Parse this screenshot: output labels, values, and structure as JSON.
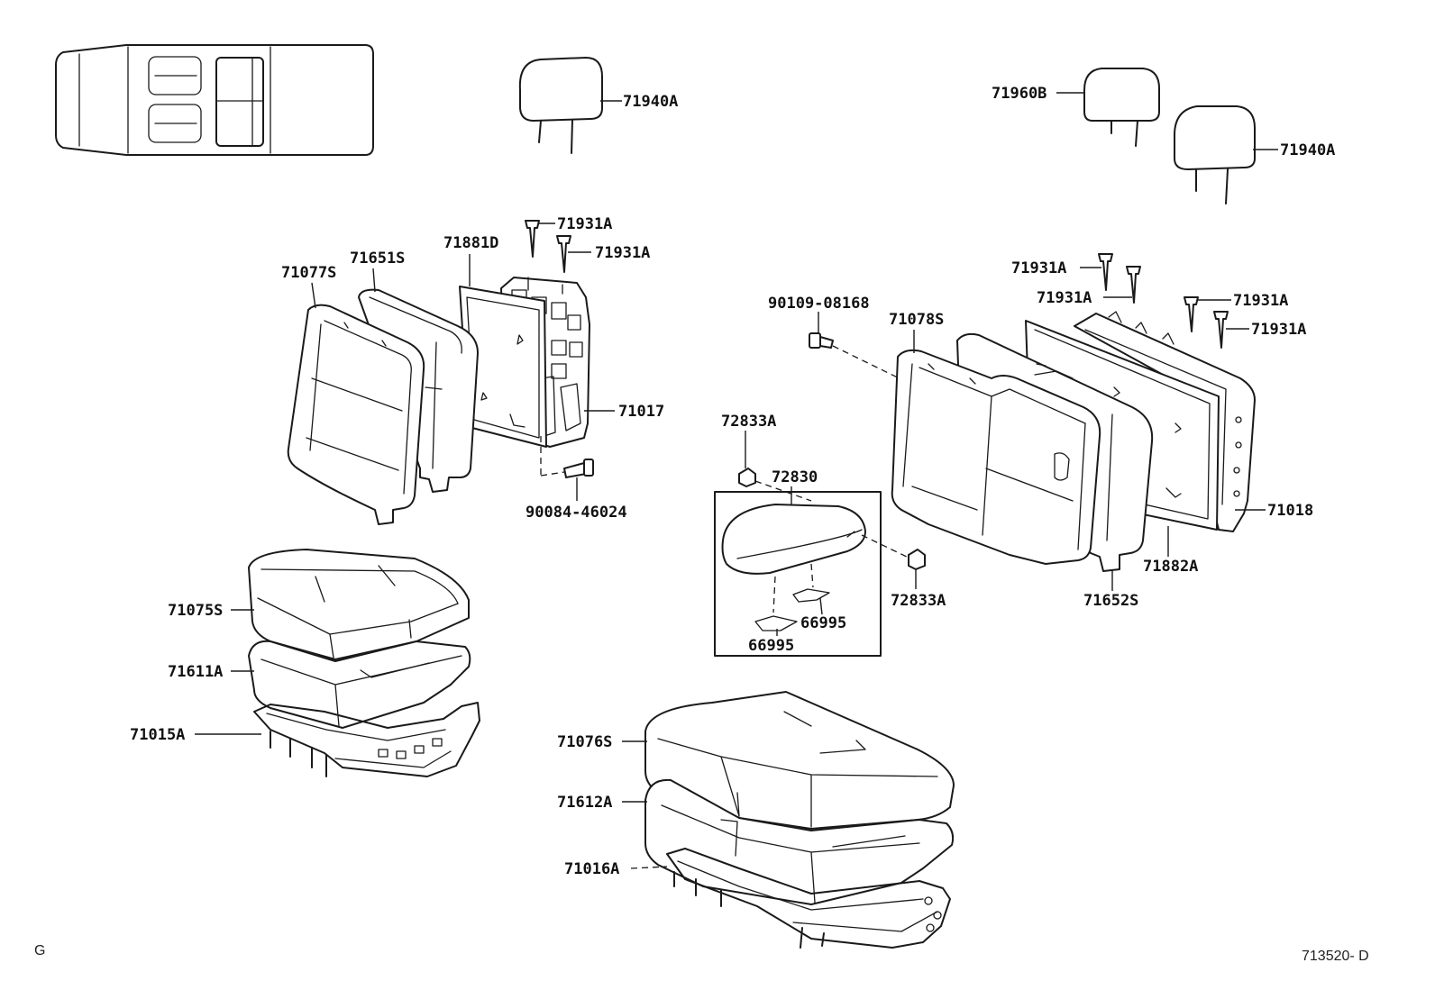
{
  "labels": {
    "p71940A_1": "71940A",
    "p71960B": "71960B",
    "p71940A_2": "71940A",
    "p71931A_1": "71931A",
    "p71931A_2": "71931A",
    "p71931A_3": "71931A",
    "p71931A_4": "71931A",
    "p71931A_5": "71931A",
    "p71931A_6": "71931A",
    "p71881D": "71881D",
    "p71651S": "71651S",
    "p71077S": "71077S",
    "p71017": "71017",
    "p90084": "90084-46024",
    "p90109": "90109-08168",
    "p71078S": "71078S",
    "p72833A_1": "72833A",
    "p72830": "72830",
    "p72833A_2": "72833A",
    "p66995_1": "66995",
    "p66995_2": "66995",
    "p71018": "71018",
    "p71882A": "71882A",
    "p71652S": "71652S",
    "p71075S": "71075S",
    "p71611A": "71611A",
    "p71015A": "71015A",
    "p71076S": "71076S",
    "p71612A": "71612A",
    "p71016A": "71016A"
  },
  "footer": {
    "left_mark": "G",
    "figure_code": "713520- D"
  }
}
